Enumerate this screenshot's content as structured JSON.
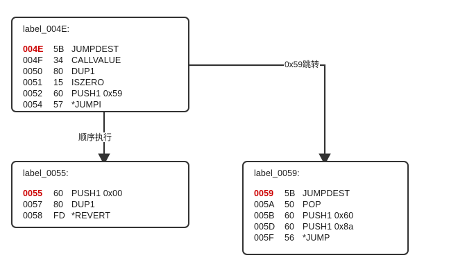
{
  "diagram": {
    "type": "control-flow-graph",
    "background": "#ffffff",
    "border_color": "#333333",
    "highlight_color": "#cc0000",
    "text_color": "#1a1a1a",
    "blocks": [
      {
        "id": "block-004e",
        "label": "label_004E:",
        "instructions": [
          {
            "addr": "004E",
            "byte": "5B",
            "mnemonic": "JUMPDEST",
            "highlight": true
          },
          {
            "addr": "004F",
            "byte": "34",
            "mnemonic": "CALLVALUE",
            "highlight": false
          },
          {
            "addr": "0050",
            "byte": "80",
            "mnemonic": "DUP1",
            "highlight": false
          },
          {
            "addr": "0051",
            "byte": "15",
            "mnemonic": "ISZERO",
            "highlight": false
          },
          {
            "addr": "0052",
            "byte": "60",
            "mnemonic": "PUSH1 0x59",
            "highlight": false
          },
          {
            "addr": "0054",
            "byte": "57",
            "mnemonic": "*JUMPI",
            "highlight": false
          }
        ]
      },
      {
        "id": "block-0055",
        "label": "label_0055:",
        "instructions": [
          {
            "addr": "0055",
            "byte": "60",
            "mnemonic": "PUSH1 0x00",
            "highlight": true
          },
          {
            "addr": "0057",
            "byte": "80",
            "mnemonic": "DUP1",
            "highlight": false
          },
          {
            "addr": "0058",
            "byte": "FD",
            "mnemonic": "*REVERT",
            "highlight": false
          }
        ]
      },
      {
        "id": "block-0059",
        "label": "label_0059:",
        "instructions": [
          {
            "addr": "0059",
            "byte": "5B",
            "mnemonic": "JUMPDEST",
            "highlight": true
          },
          {
            "addr": "005A",
            "byte": "50",
            "mnemonic": "POP",
            "highlight": false
          },
          {
            "addr": "005B",
            "byte": "60",
            "mnemonic": "PUSH1 0x60",
            "highlight": false
          },
          {
            "addr": "005D",
            "byte": "60",
            "mnemonic": "PUSH1 0x8a",
            "highlight": false
          },
          {
            "addr": "005F",
            "byte": "56",
            "mnemonic": "*JUMP",
            "highlight": false
          }
        ]
      }
    ],
    "edges": [
      {
        "id": "edge-fallthrough",
        "from": "block-004e",
        "to": "block-0055",
        "label": "顺序执行"
      },
      {
        "id": "edge-jump",
        "from": "block-004e",
        "to": "block-0059",
        "label": "0x59跳转"
      }
    ]
  }
}
